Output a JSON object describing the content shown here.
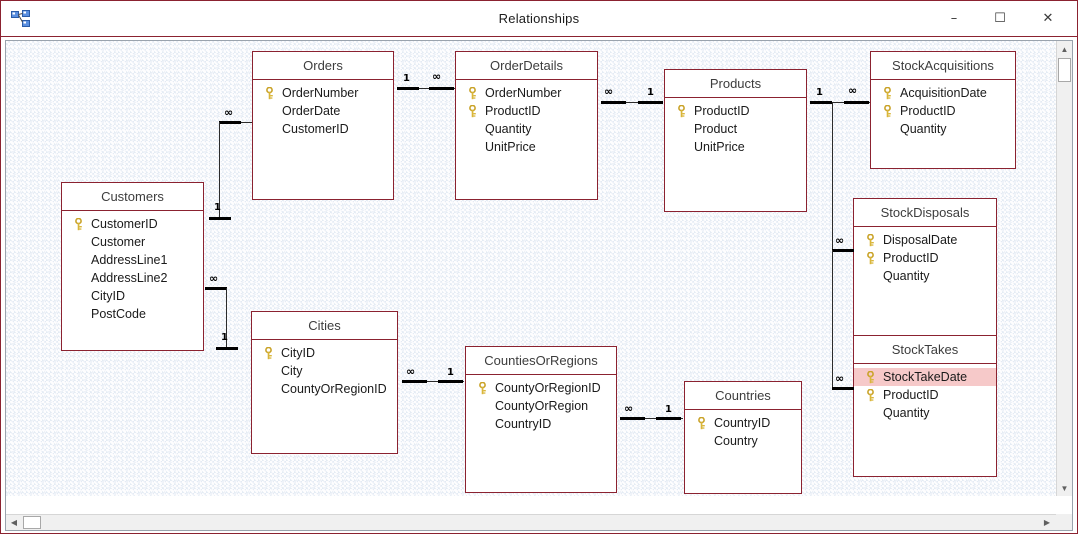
{
  "window": {
    "title": "Relationships",
    "icon": "relationships-icon",
    "minimize_label": "–",
    "maximize_label": "☐",
    "close_label": "✕"
  },
  "scrollbars": {
    "v_up": "▲",
    "v_down": "▼",
    "h_left": "◀",
    "h_right": "▶"
  },
  "tables": [
    {
      "id": "orders",
      "name": "Orders",
      "fields": [
        {
          "name": "OrderNumber",
          "key": true,
          "selected": false
        },
        {
          "name": "OrderDate",
          "key": false,
          "selected": false
        },
        {
          "name": "CustomerID",
          "key": false,
          "selected": false
        }
      ]
    },
    {
      "id": "orderdetails",
      "name": "OrderDetails",
      "fields": [
        {
          "name": "OrderNumber",
          "key": true,
          "selected": false
        },
        {
          "name": "ProductID",
          "key": true,
          "selected": false
        },
        {
          "name": "Quantity",
          "key": false,
          "selected": false
        },
        {
          "name": "UnitPrice",
          "key": false,
          "selected": false
        }
      ]
    },
    {
      "id": "products",
      "name": "Products",
      "fields": [
        {
          "name": "ProductID",
          "key": true,
          "selected": false
        },
        {
          "name": "Product",
          "key": false,
          "selected": false
        },
        {
          "name": "UnitPrice",
          "key": false,
          "selected": false
        }
      ]
    },
    {
      "id": "stockacquisitions",
      "name": "StockAcquisitions",
      "fields": [
        {
          "name": "AcquisitionDate",
          "key": true,
          "selected": false
        },
        {
          "name": "ProductID",
          "key": true,
          "selected": false
        },
        {
          "name": "Quantity",
          "key": false,
          "selected": false
        }
      ]
    },
    {
      "id": "stockdisposals",
      "name": "StockDisposals",
      "fields": [
        {
          "name": "DisposalDate",
          "key": true,
          "selected": false
        },
        {
          "name": "ProductID",
          "key": true,
          "selected": false
        },
        {
          "name": "Quantity",
          "key": false,
          "selected": false
        }
      ]
    },
    {
      "id": "stocktakes",
      "name": "StockTakes",
      "fields": [
        {
          "name": "StockTakeDate",
          "key": true,
          "selected": true
        },
        {
          "name": "ProductID",
          "key": true,
          "selected": false
        },
        {
          "name": "Quantity",
          "key": false,
          "selected": false
        }
      ]
    },
    {
      "id": "customers",
      "name": "Customers",
      "fields": [
        {
          "name": "CustomerID",
          "key": true,
          "selected": false
        },
        {
          "name": "Customer",
          "key": false,
          "selected": false
        },
        {
          "name": "AddressLine1",
          "key": false,
          "selected": false
        },
        {
          "name": "AddressLine2",
          "key": false,
          "selected": false
        },
        {
          "name": "CityID",
          "key": false,
          "selected": false
        },
        {
          "name": "PostCode",
          "key": false,
          "selected": false
        }
      ]
    },
    {
      "id": "cities",
      "name": "Cities",
      "fields": [
        {
          "name": "CityID",
          "key": true,
          "selected": false
        },
        {
          "name": "City",
          "key": false,
          "selected": false
        },
        {
          "name": "CountyOrRegionID",
          "key": false,
          "selected": false
        }
      ]
    },
    {
      "id": "countiesorregions",
      "name": "CountiesOrRegions",
      "fields": [
        {
          "name": "CountyOrRegionID",
          "key": true,
          "selected": false
        },
        {
          "name": "CountyOrRegion",
          "key": false,
          "selected": false
        },
        {
          "name": "CountryID",
          "key": false,
          "selected": false
        }
      ]
    },
    {
      "id": "countries",
      "name": "Countries",
      "fields": [
        {
          "name": "CountryID",
          "key": true,
          "selected": false
        },
        {
          "name": "Country",
          "key": false,
          "selected": false
        }
      ]
    }
  ],
  "relationships": [
    {
      "id": "orders-orderdetails",
      "from": "Orders",
      "to": "OrderDetails",
      "from_card": "1",
      "to_card": "∞"
    },
    {
      "id": "orderdetails-products",
      "from": "OrderDetails",
      "to": "Products",
      "from_card": "∞",
      "to_card": "1"
    },
    {
      "id": "products-stockacquisitions",
      "from": "Products",
      "to": "StockAcquisitions",
      "from_card": "1",
      "to_card": "∞"
    },
    {
      "id": "products-stockdisposals",
      "from": "Products",
      "to": "StockDisposals",
      "from_card": "1",
      "to_card": "∞"
    },
    {
      "id": "products-stocktakes",
      "from": "Products",
      "to": "StockTakes",
      "from_card": "1",
      "to_card": "∞"
    },
    {
      "id": "customers-orders",
      "from": "Orders",
      "to": "Customers",
      "from_card": "∞",
      "to_card": "1"
    },
    {
      "id": "customers-cities",
      "from": "Customers",
      "to": "Cities",
      "from_card": "∞",
      "to_card": "1"
    },
    {
      "id": "cities-countiesorregions",
      "from": "Cities",
      "to": "CountiesOrRegions",
      "from_card": "∞",
      "to_card": "1"
    },
    {
      "id": "counties-countries",
      "from": "CountiesOrRegions",
      "to": "Countries",
      "from_card": "∞",
      "to_card": "1"
    }
  ],
  "colors": {
    "table_border": "#8b2230",
    "selected_field": "#f6c9c9",
    "key_icon": "#d4b03c",
    "canvas": "#fdfdfe"
  }
}
